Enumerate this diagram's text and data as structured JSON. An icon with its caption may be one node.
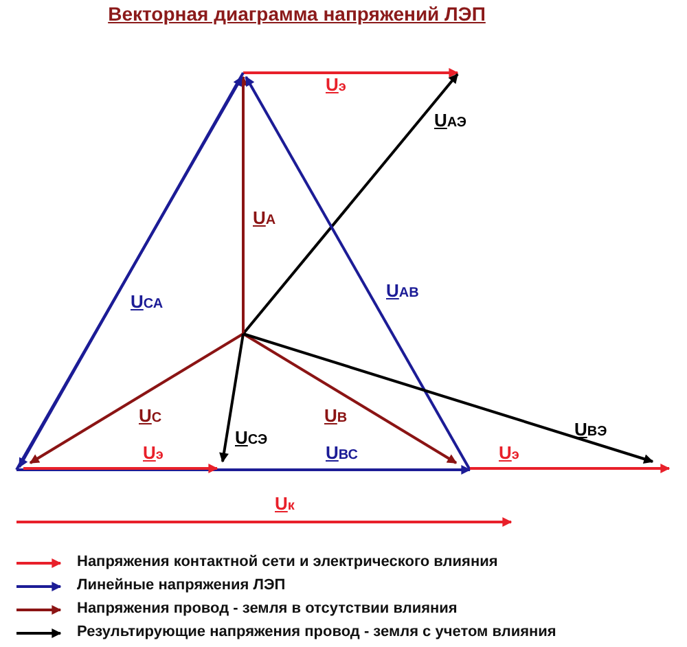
{
  "diagram": {
    "title": "Векторная диаграмма напряжений ЛЭП",
    "labels": [
      "Uэ",
      "UАЭ",
      "UА",
      "UСА",
      "UАВ",
      "UС",
      "UВ",
      "UВЭ",
      "UСЭ",
      "Uэ",
      "UВС",
      "Uэ",
      "Uк"
    ],
    "legend": [
      {
        "text": "Напряжения контактной сети и электрического влияния"
      },
      {
        "text": "Линейные напряжения ЛЭП"
      },
      {
        "text": "Напряжения провод - земля в отсутствии влияния"
      },
      {
        "text": "Результирующие напряжения провод - земля с учетом влияния"
      }
    ]
  }
}
